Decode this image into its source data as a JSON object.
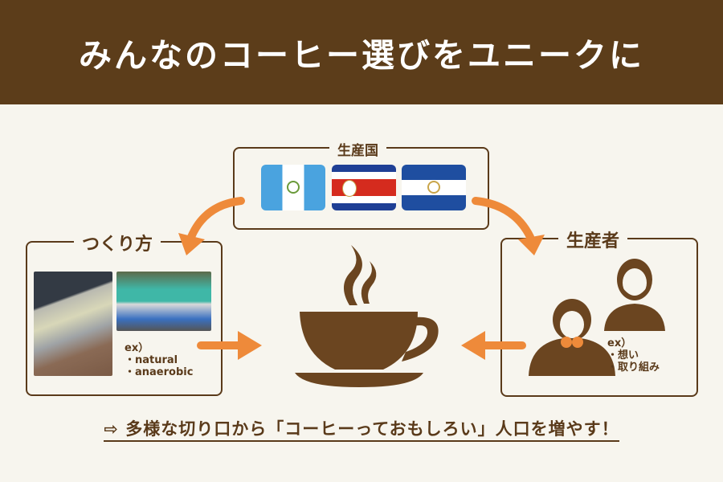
{
  "header": {
    "title": "みんなのコーヒー選びをユニークに"
  },
  "countries": {
    "label": "生産国",
    "flags": [
      "guatemala-flag",
      "costa-rica-flag",
      "el-salvador-flag"
    ]
  },
  "method": {
    "label": "つくり方",
    "ex_label": "ex）",
    "items": [
      "・natural",
      "・anaerobic"
    ]
  },
  "producers": {
    "label": "生産者",
    "ex_label": "ex）",
    "items": [
      "・想い",
      "・取り組み"
    ]
  },
  "footer": {
    "text": "⇨ 多様な切り口から「コーヒーっておもしろい」人口を増やす！"
  },
  "colors": {
    "brown": "#5c3d1a",
    "orange": "#ee8a3a",
    "background": "#f7f5ee"
  }
}
